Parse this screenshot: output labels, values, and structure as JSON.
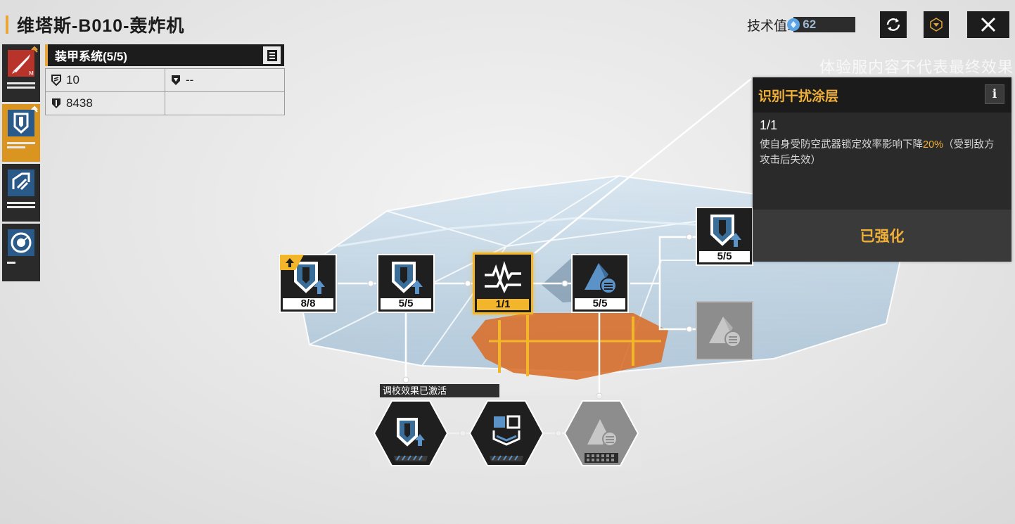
{
  "header": {
    "title": "维塔斯-B010-轰炸机",
    "tech_label": "技术值:",
    "tech_value": "62"
  },
  "watermark": "体验服内容不代表最终效果",
  "armor": {
    "title": "装甲系统(5/5)",
    "stat1": "10",
    "stat2": "--",
    "stat3": "8438"
  },
  "nodes": {
    "n1_level": "8/8",
    "n2_level": "5/5",
    "n3_level": "1/1",
    "n4_level": "5/5",
    "n5_level": "5/5"
  },
  "calibration_label": "调校效果已激活",
  "tooltip": {
    "title": "识别干扰涂层",
    "info": "i",
    "level": "1/1",
    "desc_before": "使自身受防空武器锁定效率影响下降",
    "desc_highlight": "20%",
    "desc_after": "（受到敌方攻击后失效）",
    "status": "已强化"
  },
  "colors": {
    "accent": "#f0b037",
    "panel": "#222222",
    "ship_blue": "#9fc2dc",
    "ship_orange": "#d9702e"
  },
  "icons": [
    "refresh-icon",
    "rank-icon",
    "close-icon",
    "missile-icon",
    "shield-icon",
    "engine-icon",
    "radar-icon",
    "document-icon",
    "armor-stat-icon",
    "repair-stat-icon",
    "hp-icon",
    "shield-up-icon",
    "wave-icon",
    "stealth-icon",
    "scanner-icon"
  ]
}
